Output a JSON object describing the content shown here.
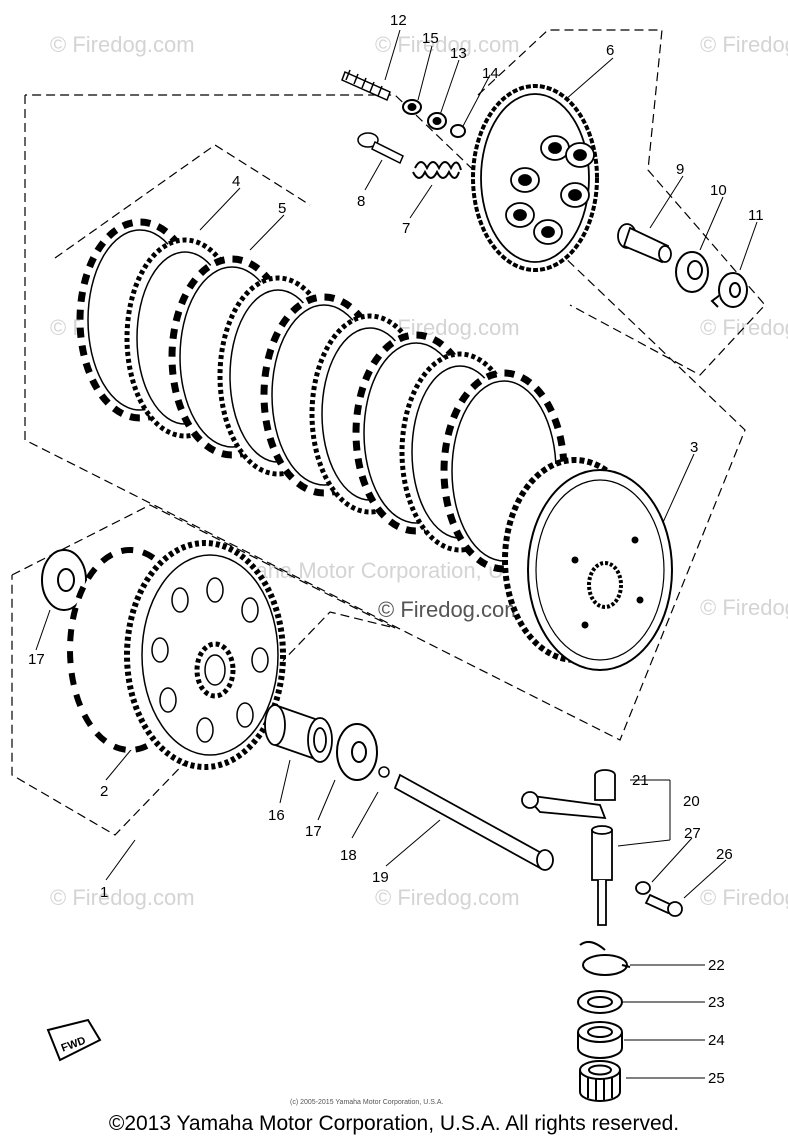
{
  "watermark": "© Firedog.com",
  "watermark_center": "© Yamaha Motor Corporation, U.S.A.",
  "fwd_label": "FWD",
  "inner_copyright": "(c) 2005-2015 Yamaha Motor Corporation, U.S.A.",
  "copyright": "©2013 Yamaha Motor Corporation, U.S.A. All rights reserved.",
  "callouts": [
    "1",
    "2",
    "3",
    "4",
    "5",
    "6",
    "7",
    "8",
    "9",
    "10",
    "11",
    "12",
    "13",
    "14",
    "15",
    "16",
    "17",
    "17",
    "18",
    "19",
    "20",
    "21",
    "22",
    "23",
    "24",
    "25",
    "26",
    "27"
  ]
}
